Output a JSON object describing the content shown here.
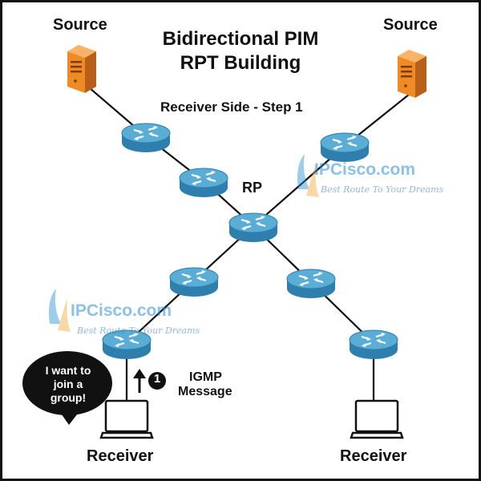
{
  "title": {
    "line1": "Bidirectional PIM",
    "line2": "RPT Building"
  },
  "subtitle": "Receiver Side - Step 1",
  "labels": {
    "source_left": "Source",
    "source_right": "Source",
    "rp": "RP",
    "receiver_left": "Receiver",
    "receiver_right": "Receiver",
    "igmp_line1": "IGMP",
    "igmp_line2": "Message",
    "step_number": "1"
  },
  "speech_bubble": {
    "line1": "I want to",
    "line2": "join a",
    "line3": "group!"
  },
  "watermark": {
    "brand": "IPCisco.com",
    "tagline": "Best Route To Your Dreams"
  },
  "colors": {
    "router_top": "#5aaed6",
    "router_side": "#2f7fae",
    "server_body": "#f08a24",
    "link": "#111111",
    "bubble": "#111111"
  },
  "icons": {
    "router": "router-icon",
    "server": "server-icon",
    "laptop": "laptop-icon",
    "arrow": "up-arrow-icon"
  }
}
